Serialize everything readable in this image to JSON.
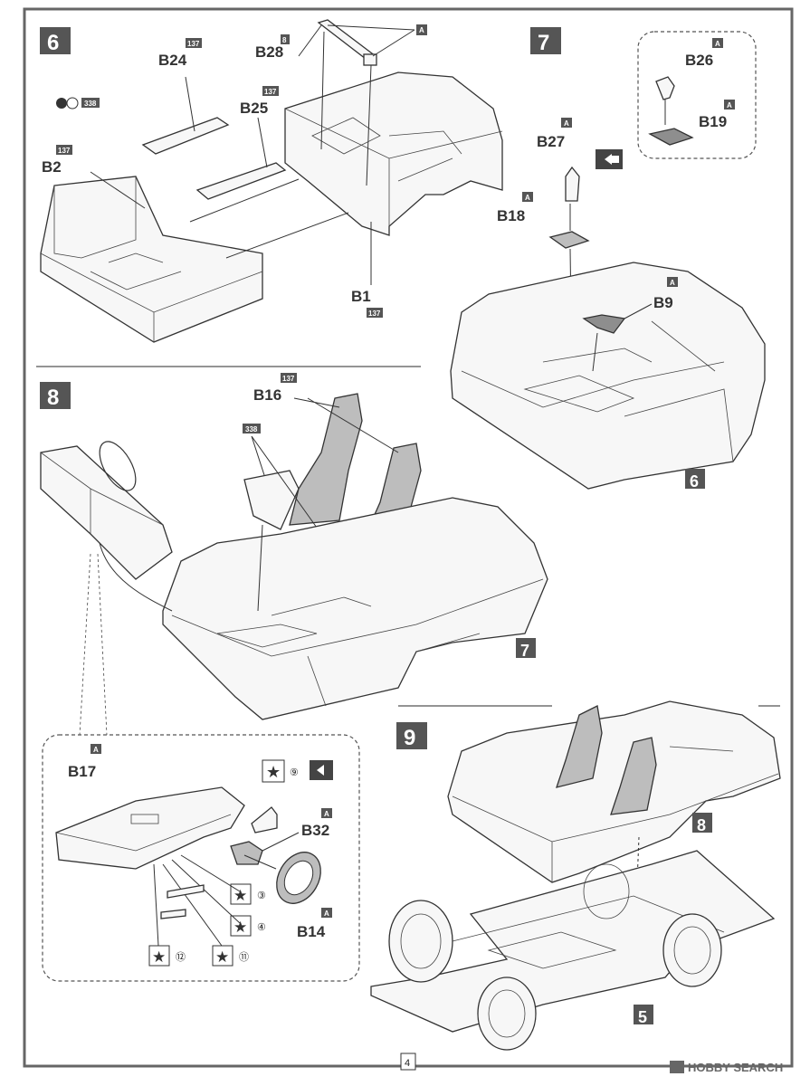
{
  "page_number": "4",
  "watermark": "HOBBY SEARCH",
  "steps": [
    {
      "num": "6",
      "ref": "6"
    },
    {
      "num": "7",
      "ref": "7"
    },
    {
      "num": "8",
      "ref": "8"
    },
    {
      "num": "9",
      "ref": "9"
    }
  ],
  "step6": {
    "parts": [
      {
        "id": "B24",
        "code": "137"
      },
      {
        "id": "B28",
        "code": "8"
      },
      {
        "id": "B25",
        "code": "137"
      },
      {
        "id": "B2",
        "code": "137"
      },
      {
        "id": "B1",
        "code": "137"
      }
    ],
    "paint_code": "338",
    "runner_a": "A"
  },
  "step7": {
    "parts": [
      {
        "id": "B26",
        "code": "A"
      },
      {
        "id": "B19",
        "code": "A"
      },
      {
        "id": "B27",
        "code": "A"
      },
      {
        "id": "B18",
        "code": "A"
      },
      {
        "id": "B9",
        "code": "A"
      }
    ],
    "ref_assembly": "6"
  },
  "step8": {
    "parts": [
      {
        "id": "B16",
        "code": "137"
      },
      {
        "id": "B17",
        "code": "A"
      },
      {
        "id": "B32",
        "code": "A"
      },
      {
        "id": "B14",
        "code": "A"
      }
    ],
    "paint_code": "338",
    "decals": [
      "⑨",
      "③",
      "④",
      "⑫",
      "⑪"
    ],
    "ref_assembly": "7"
  },
  "step9": {
    "ref_upper": "8",
    "ref_lower": "5"
  }
}
